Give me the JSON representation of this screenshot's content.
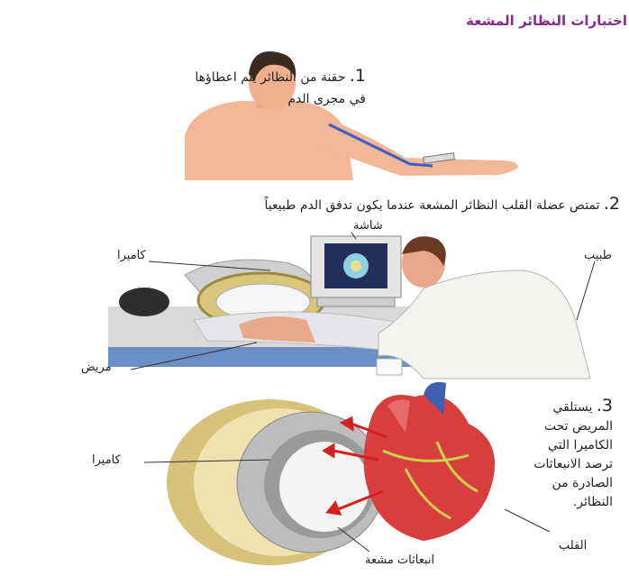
{
  "title": "اختبارات النظائر المشعة",
  "steps": [
    {
      "number": "1.",
      "text": "حقنة من النظائر يتم اعطاؤها في مجرى الدم"
    },
    {
      "number": "2.",
      "text": "تمتص عضلة القلب النظائر المشعة عندما يكون تدفق الدم طبيعياً"
    },
    {
      "number": "3.",
      "text": "يستلقي المريض تحت الكاميرا التي ترصد الانبعاثات الصادرة من النظائر."
    }
  ],
  "labels": {
    "screen": "شاشة",
    "camera_top": "كاميرا",
    "doctor": "طبيب",
    "patient": "مريض",
    "camera_bottom": "كاميرا",
    "heart": "القلب",
    "emissions": "انبعاثات مشعة"
  }
}
